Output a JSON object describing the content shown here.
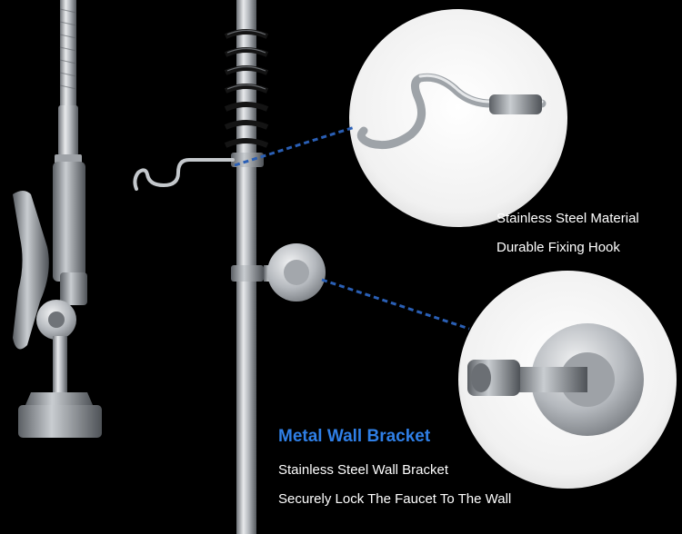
{
  "colors": {
    "background": "#000000",
    "caption_text": "#ffffff",
    "heading_accent": "#2f7fe6",
    "leader_line": "#2a5fb5",
    "steel": "#b9bdc2"
  },
  "hook_callout": {
    "line1": "Stainless Steel Material",
    "line2": "Durable Fixing Hook"
  },
  "bracket_callout": {
    "heading": "Metal Wall Bracket",
    "line1": "Stainless Steel Wall Bracket",
    "line2": "Securely Lock The Faucet To The Wall"
  }
}
